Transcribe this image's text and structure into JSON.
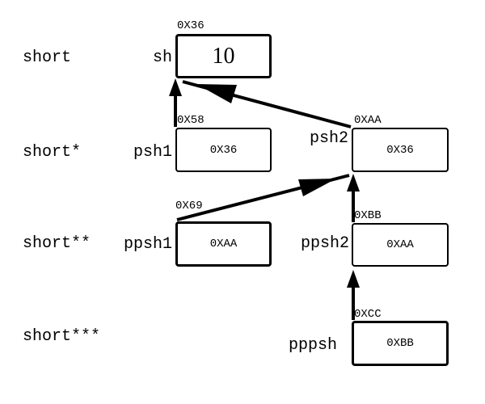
{
  "diagram": {
    "description": "pointer indirection diagram",
    "colors": {
      "background": "#ffffff",
      "line": "#000000",
      "text": "#000000"
    },
    "rows": [
      {
        "type_label": "short"
      },
      {
        "type_label": "short*"
      },
      {
        "type_label": "short**"
      },
      {
        "type_label": "short***"
      }
    ],
    "cells": {
      "sh": {
        "label": "sh",
        "address": "0X36",
        "value": "10"
      },
      "psh1": {
        "label": "psh1",
        "address": "0X58",
        "value": "0X36"
      },
      "psh2": {
        "label": "psh2",
        "address": "0XAA",
        "value": "0X36"
      },
      "ppsh1": {
        "label": "ppsh1",
        "address": "0X69",
        "value": "0XAA"
      },
      "ppsh2": {
        "label": "ppsh2",
        "address": "0XBB",
        "value": "0XAA"
      },
      "pppsh": {
        "label": "pppsh",
        "address": "0XCC",
        "value": "0XBB"
      }
    },
    "arrows": [
      {
        "from": "psh1",
        "to": "sh"
      },
      {
        "from": "psh2",
        "to": "sh"
      },
      {
        "from": "ppsh1",
        "to": "psh2"
      },
      {
        "from": "ppsh2",
        "to": "psh2"
      },
      {
        "from": "pppsh",
        "to": "ppsh2"
      }
    ]
  }
}
